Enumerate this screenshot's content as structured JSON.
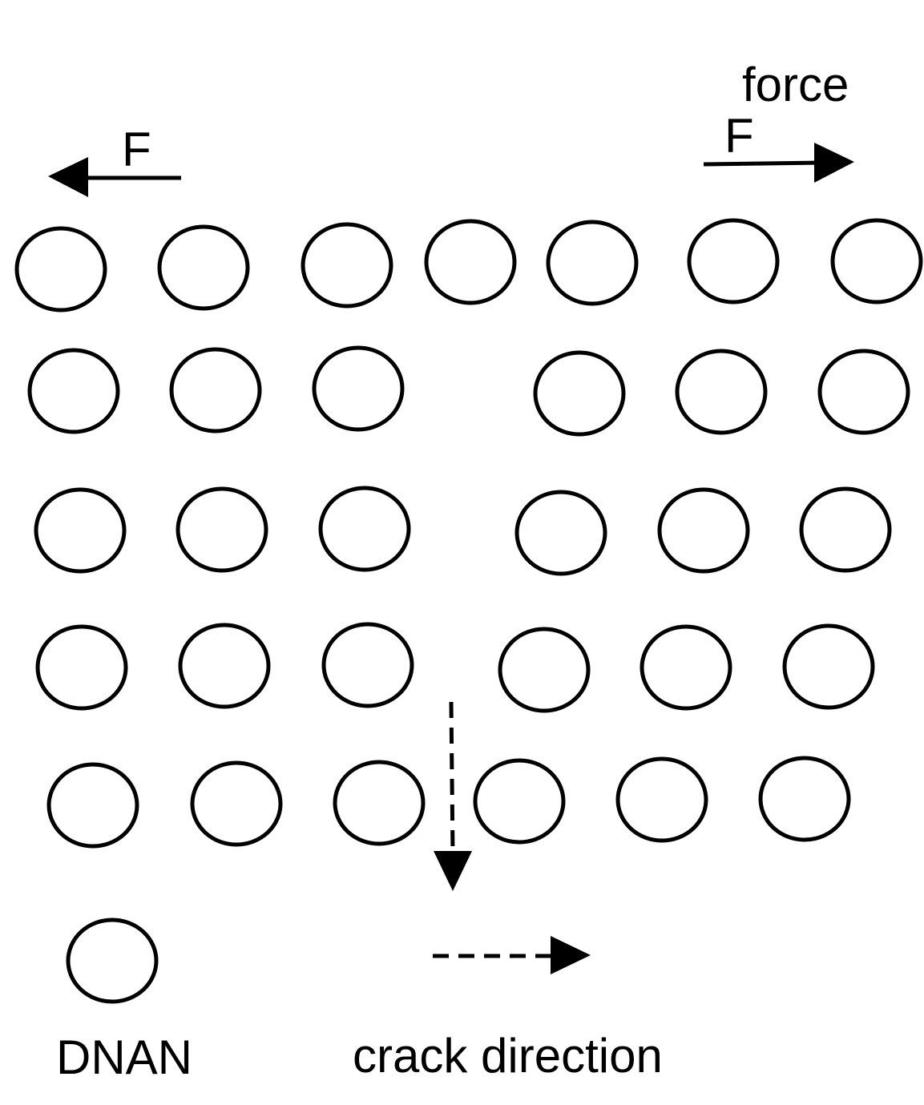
{
  "labels": {
    "force_left": "F",
    "force_right": "F",
    "force_word": "force",
    "legend_molecule": "DNAN",
    "legend_crack": "crack direction"
  },
  "lattice": {
    "rows": [
      7,
      6,
      6,
      6,
      6
    ],
    "molecule": "DNAN"
  },
  "colors": {
    "stroke": "#000000",
    "background": "#ffffff"
  }
}
